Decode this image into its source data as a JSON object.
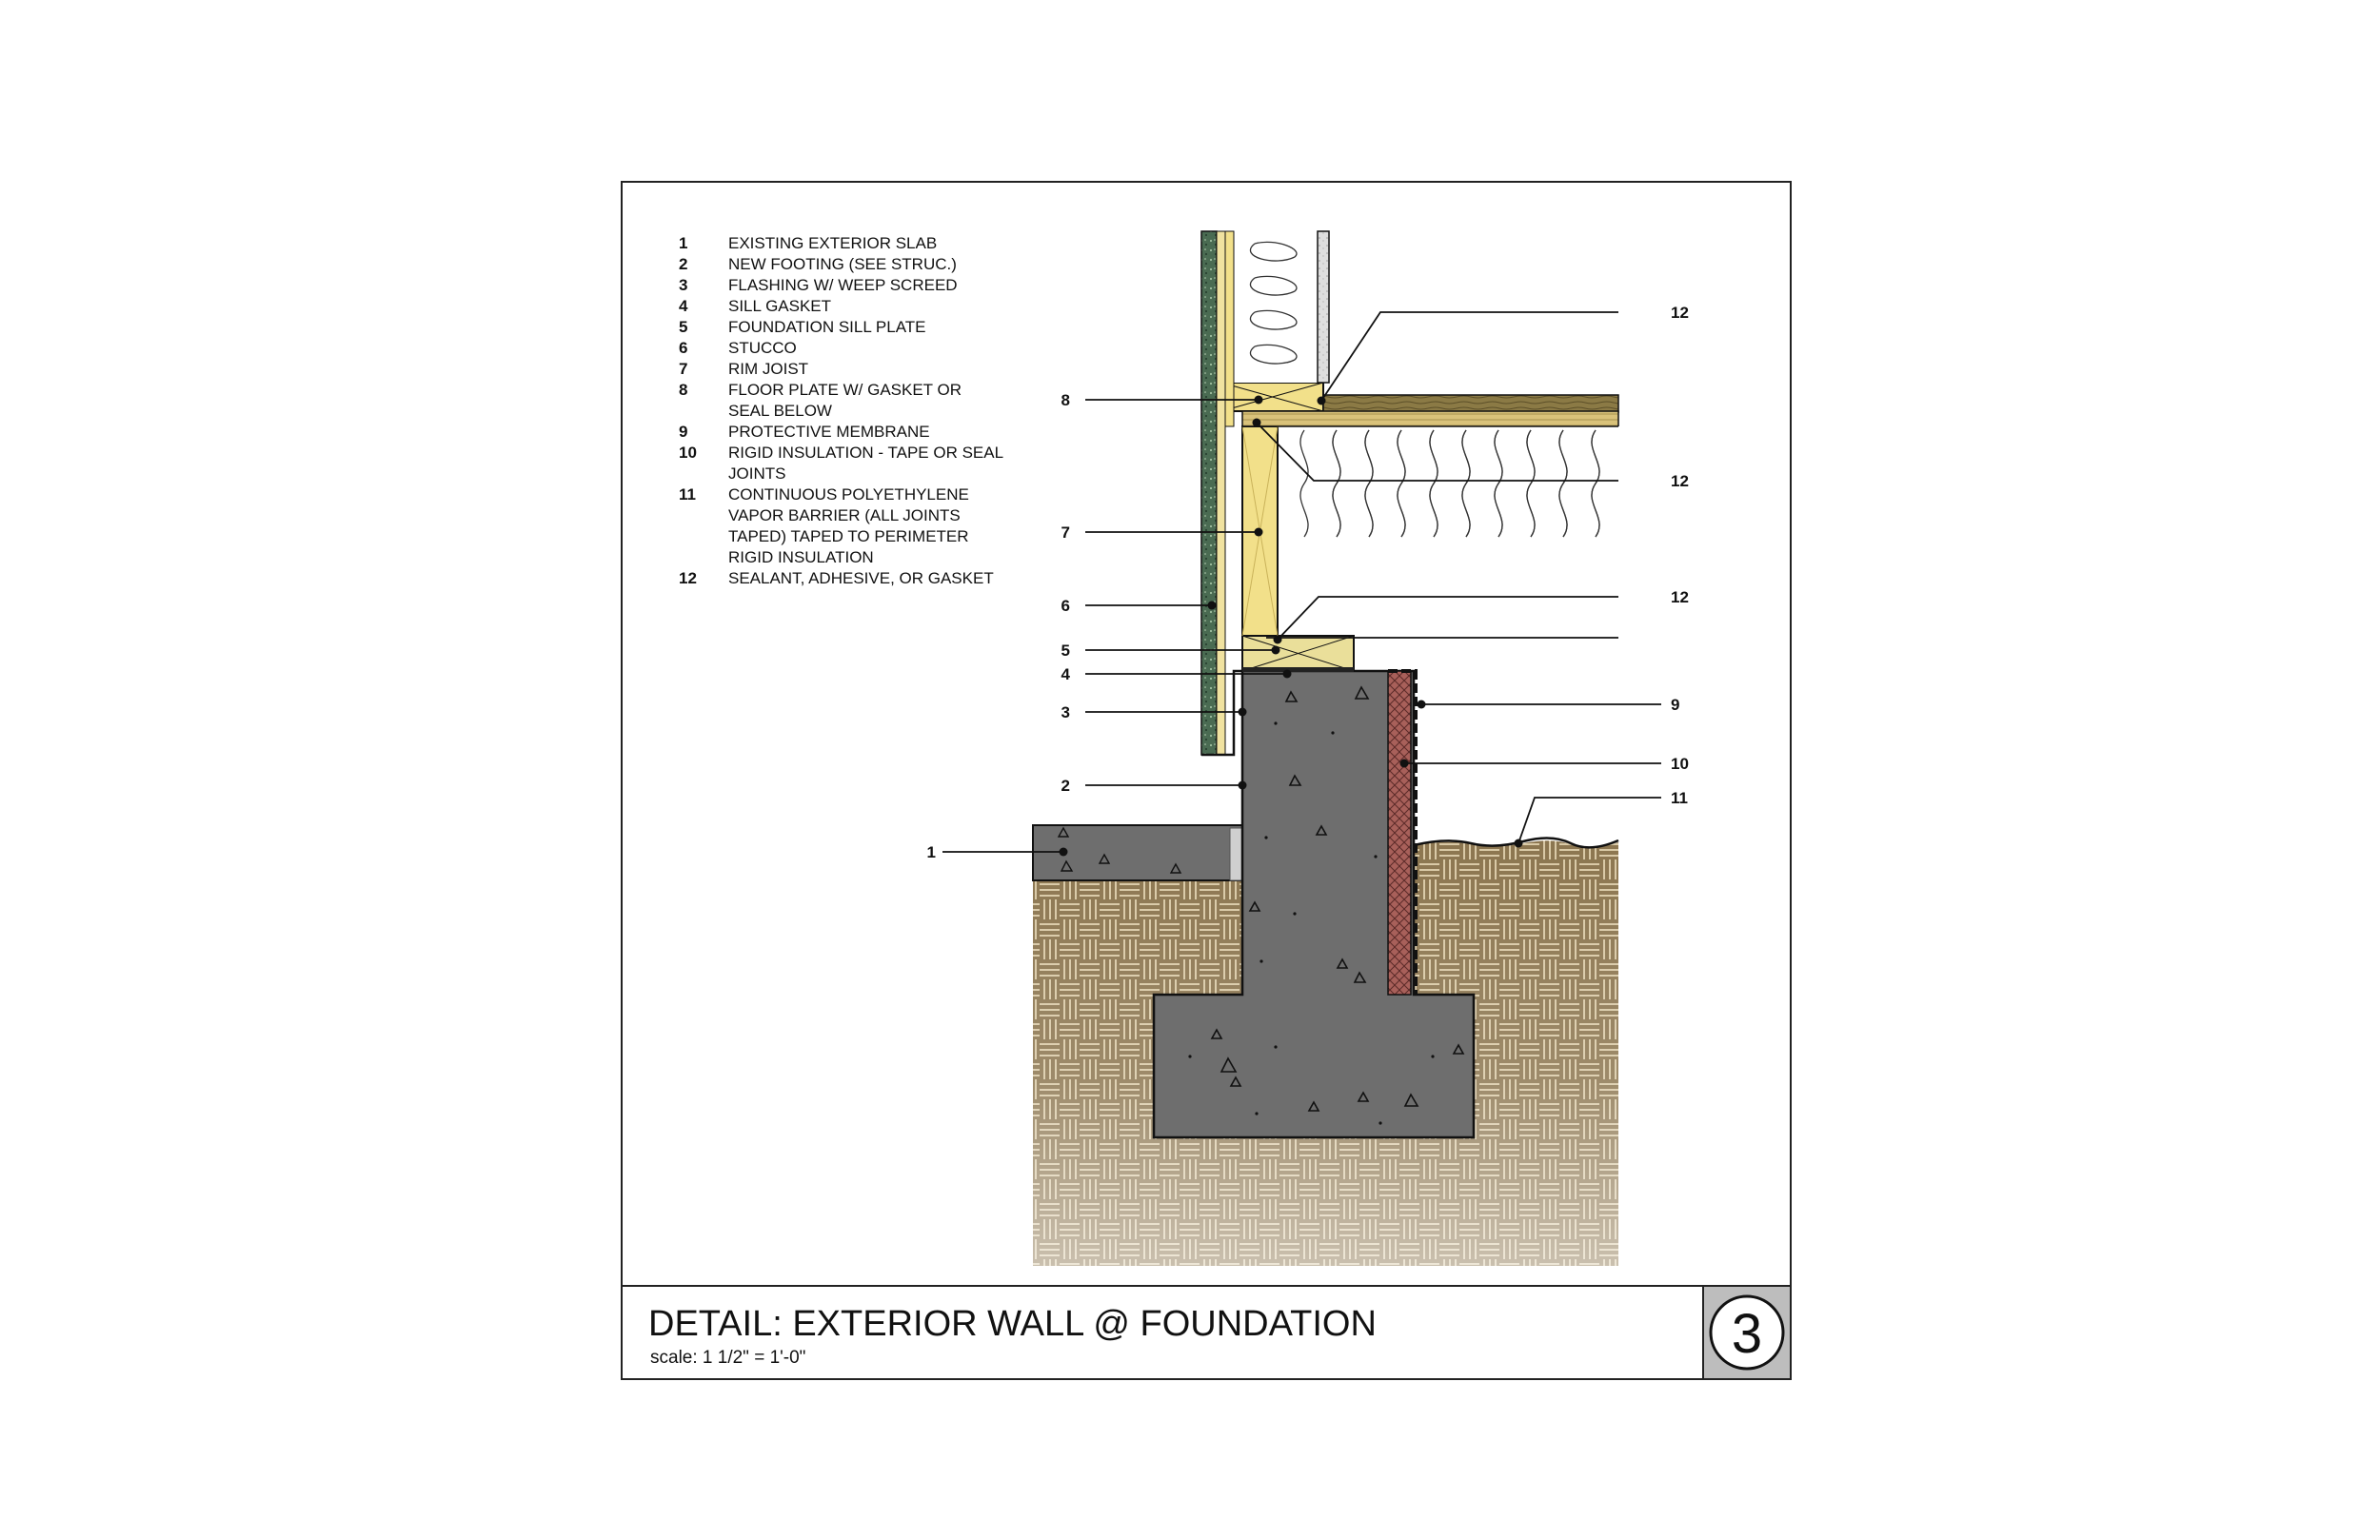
{
  "drawing": {
    "title": "DETAIL: EXTERIOR WALL @ FOUNDATION",
    "scale": "scale: 1 1/2\" = 1'-0\"",
    "detail_number": "3"
  },
  "legend": [
    {
      "num": "1",
      "lines": [
        "EXISTING EXTERIOR SLAB"
      ]
    },
    {
      "num": "2",
      "lines": [
        "NEW FOOTING (SEE STRUC.)"
      ]
    },
    {
      "num": "3",
      "lines": [
        "FLASHING W/ WEEP SCREED"
      ]
    },
    {
      "num": "4",
      "lines": [
        "SILL GASKET"
      ]
    },
    {
      "num": "5",
      "lines": [
        "FOUNDATION SILL PLATE"
      ]
    },
    {
      "num": "6",
      "lines": [
        "STUCCO"
      ]
    },
    {
      "num": "7",
      "lines": [
        "RIM JOIST"
      ]
    },
    {
      "num": "8",
      "lines": [
        "FLOOR PLATE W/ GASKET OR",
        "SEAL BELOW"
      ]
    },
    {
      "num": "9",
      "lines": [
        "PROTECTIVE MEMBRANE"
      ]
    },
    {
      "num": "10",
      "lines": [
        "RIGID INSULATION - TAPE OR SEAL",
        "JOINTS"
      ]
    },
    {
      "num": "11",
      "lines": [
        "CONTINUOUS POLYETHYLENE",
        "VAPOR BARRIER (ALL JOINTS",
        "TAPED) TAPED TO PERIMETER",
        "RIGID INSULATION"
      ]
    },
    {
      "num": "12",
      "lines": [
        "SEALANT, ADHESIVE, OR GASKET"
      ]
    }
  ],
  "callouts": {
    "c12a": "12",
    "c12b": "12",
    "c12c": "12",
    "c8": "8",
    "c7": "7",
    "c6": "6",
    "c5": "5",
    "c4": "4",
    "c3": "3",
    "c2": "2",
    "c1": "1",
    "c9": "9",
    "c10": "10",
    "c11": "11"
  },
  "colors": {
    "concrete": "#6e6e6e",
    "soil": "#8c7650",
    "lumber": "#f2e08a",
    "stucco": "#4a6b52",
    "rigid_insulation": "#a8605a",
    "floor_deck": "#8b7a45"
  }
}
